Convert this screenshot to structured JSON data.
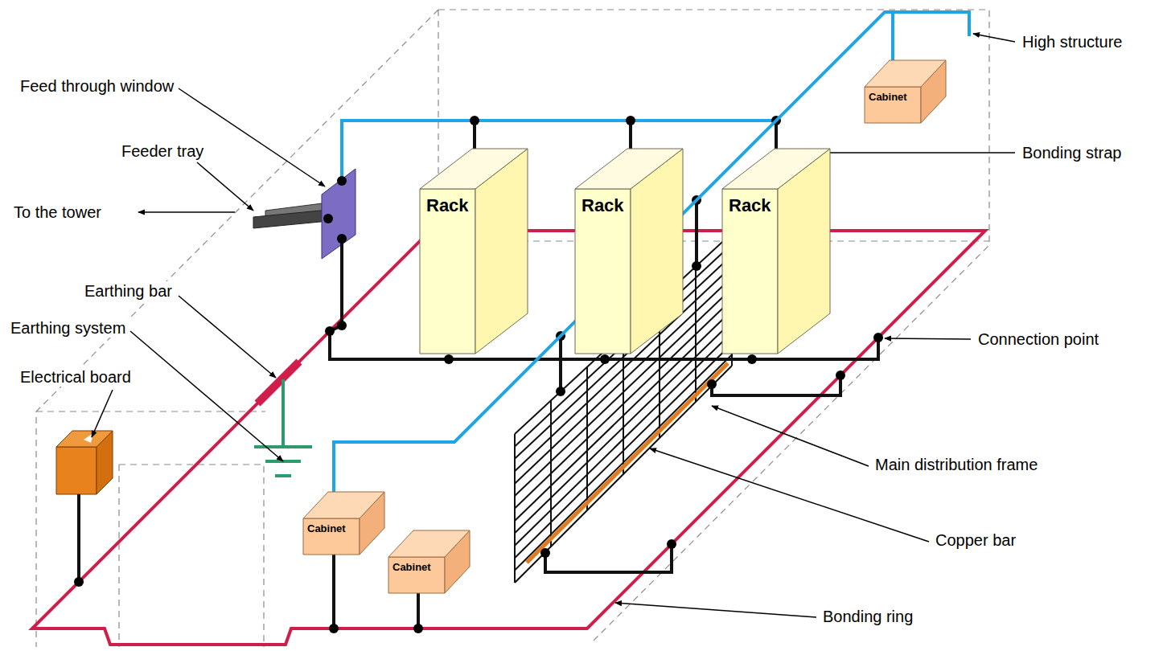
{
  "diagram": {
    "nodes": [
      {
        "text": [
          "Cabinet"
        ]
      },
      {
        "text": [
          "Rack"
        ]
      },
      {
        "text": [
          "Rack"
        ]
      },
      {
        "text": [
          "Rack"
        ]
      },
      {
        "text": [
          "Cabinet"
        ]
      },
      {
        "text": [
          "Cabinet"
        ]
      }
    ],
    "edges": [
      {
        "from": 4,
        "to": 0,
        "arrow": "none"
      }
    ],
    "labels": [
      "High structure",
      "Feed through window",
      "Feeder tray",
      "Bonding strap",
      "To the tower",
      "Earthing bar",
      "Earthing system",
      "Connection point",
      "Electrical board",
      "Main distribution frame",
      "Copper bar",
      "Bonding ring"
    ]
  }
}
